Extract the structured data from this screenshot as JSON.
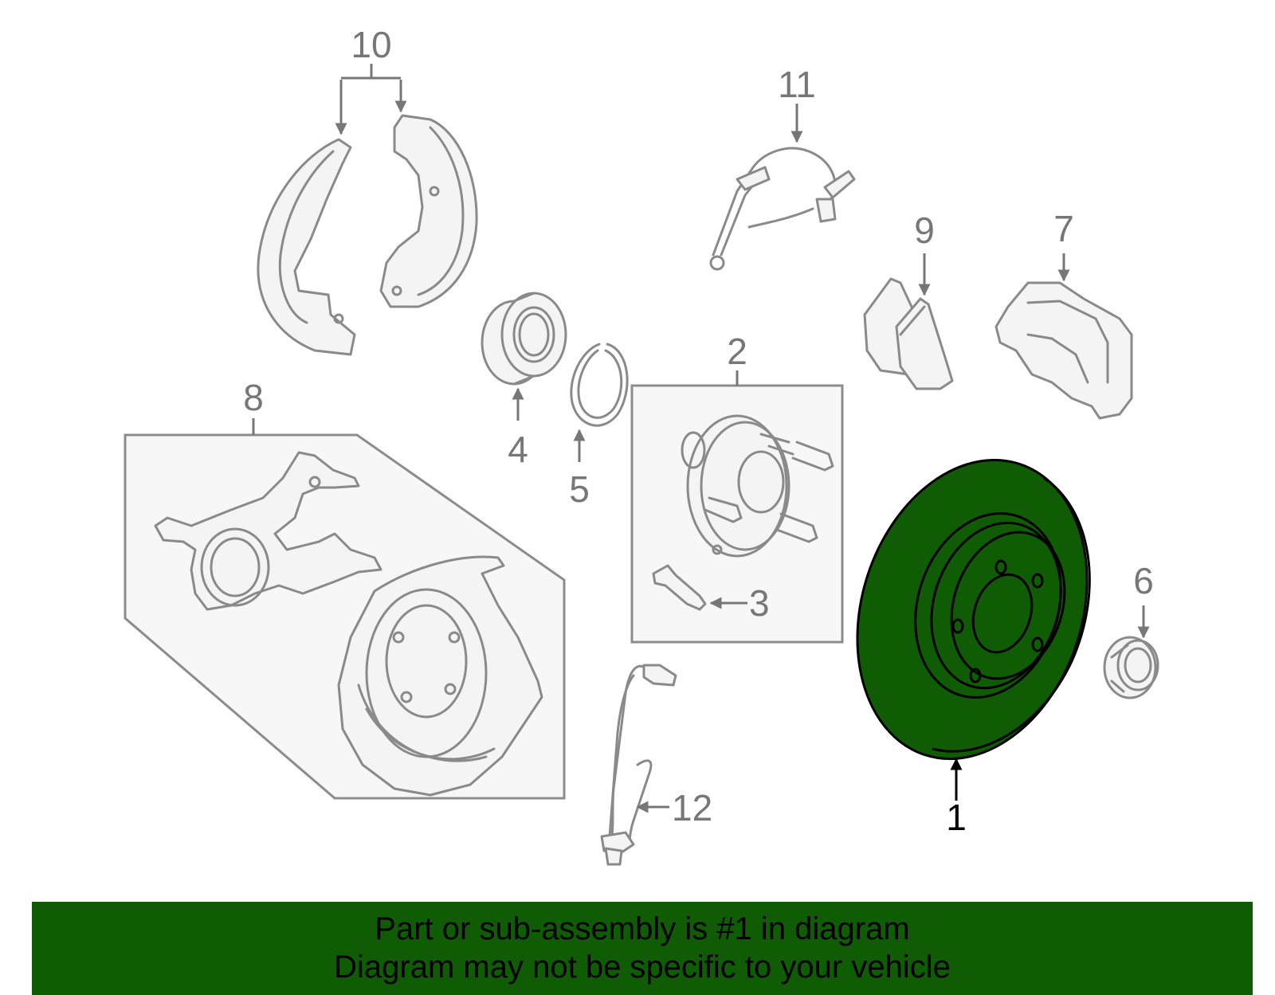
{
  "callouts": {
    "c1": "1",
    "c2": "2",
    "c3": "3",
    "c4": "4",
    "c5": "5",
    "c6": "6",
    "c7": "7",
    "c8": "8",
    "c9": "9",
    "c10": "10",
    "c11": "11",
    "c12": "12"
  },
  "highlighted_part": "1",
  "banner": {
    "line1": "Part or sub-assembly is #1 in diagram",
    "line2": "Diagram may not be specific to your vehicle"
  },
  "colors": {
    "highlight": "#0f5c05",
    "part_outline": "#8a8a8a",
    "label": "#777777"
  }
}
